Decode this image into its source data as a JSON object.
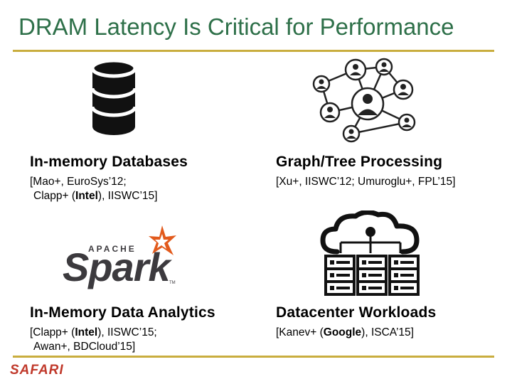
{
  "slide": {
    "title": "DRAM Latency Is Critical for Performance",
    "cells": [
      {
        "heading": "In-memory Databases",
        "cite_line1": "[Mao+, EuroSys’12;",
        "cite_line2_pre": "Clapp+ (",
        "cite_line2_bold": "Intel",
        "cite_line2_post": "), IISWC’15]",
        "icon": "database-icon"
      },
      {
        "heading": "Graph/Tree Processing",
        "cite_line1": "[Xu+, IISWC’12; Umuroglu+, FPL’15]",
        "icon": "user-network-graph-icon"
      },
      {
        "heading": "In-Memory Data Analytics",
        "cite_line1_pre": "[Clapp+ (",
        "cite_line1_bold": "Intel",
        "cite_line1_post": "), IISWC’15;",
        "cite_line2": "Awan+, BDCloud’15]",
        "icon": "apache-spark-logo",
        "logo_text_small": "APACHE",
        "logo_text_large": "Spark",
        "logo_tm": "TM"
      },
      {
        "heading": "Datacenter Workloads",
        "cite_line1_pre": "[Kanev+ (",
        "cite_line1_bold": "Google",
        "cite_line1_post": "), ISCA’15]",
        "icon": "cloud-datacenter-icon"
      }
    ],
    "footer_logo": "SAFARI",
    "colors": {
      "title": "#2e7049",
      "rule": "#c9ad3e",
      "safari": "#c0392b",
      "spark_orange": "#e25a1c",
      "spark_gray": "#3c3a3e"
    }
  }
}
